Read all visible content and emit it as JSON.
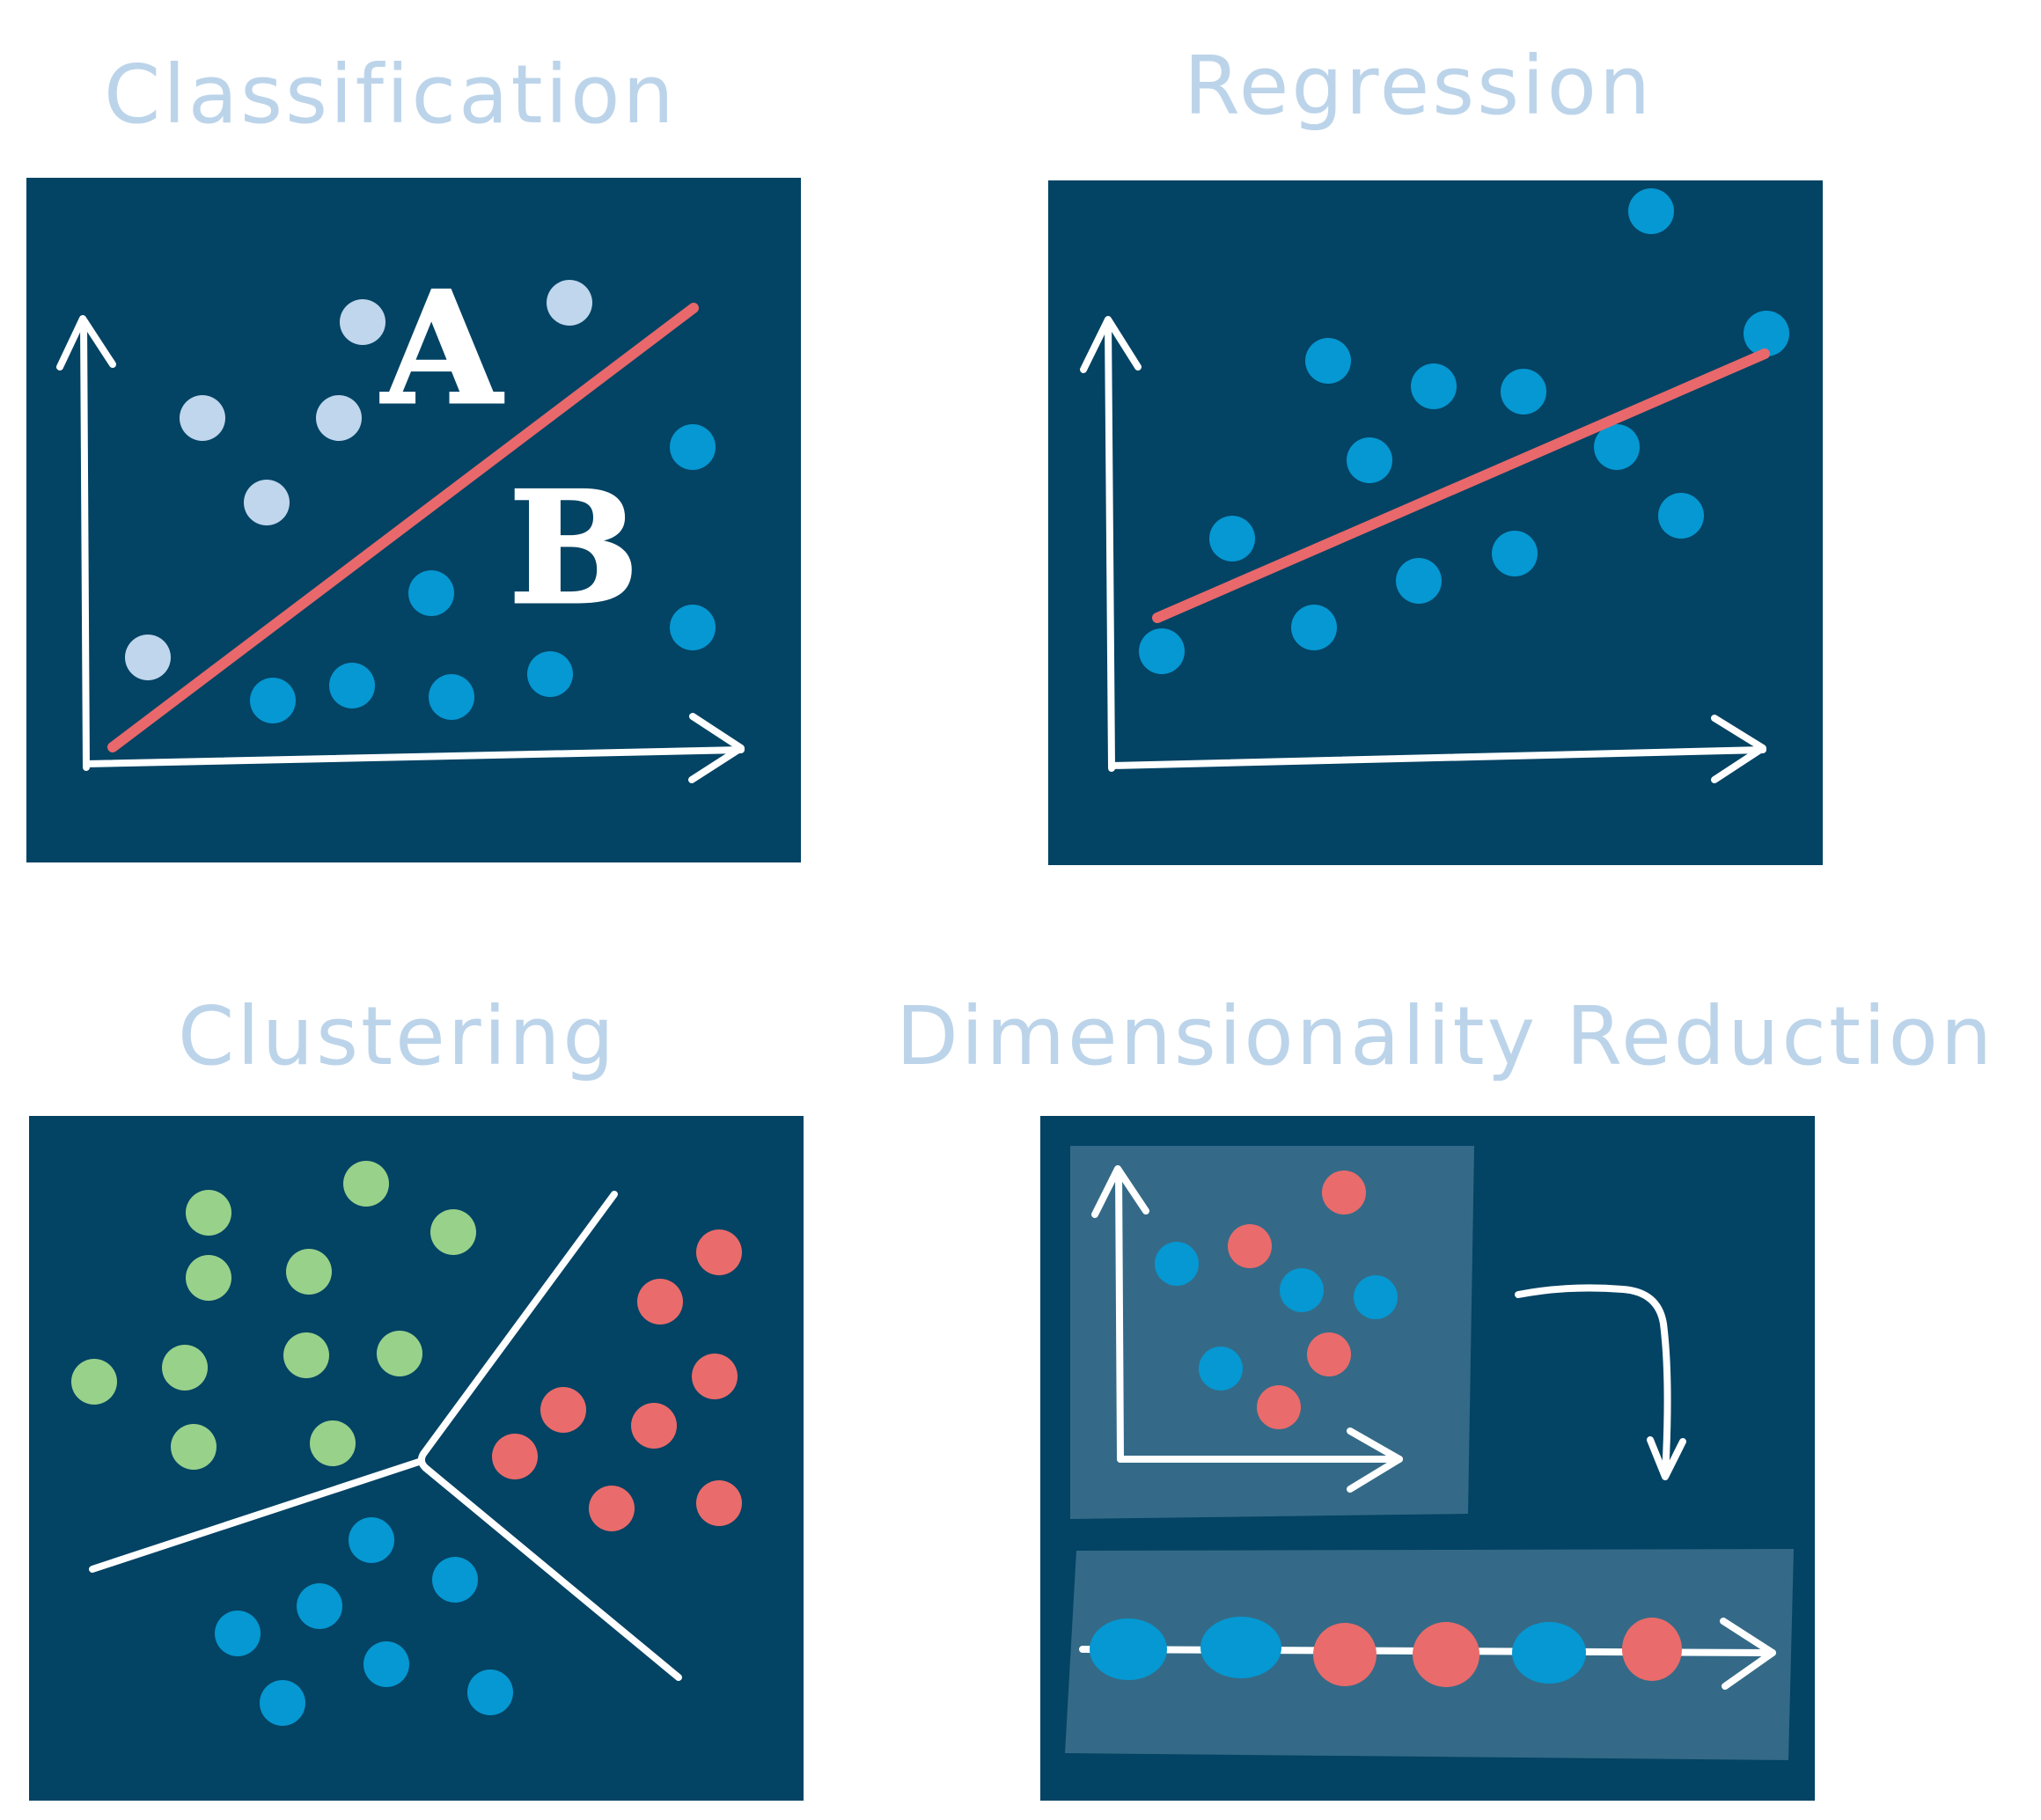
{
  "colors": {
    "panel_bg": "#034364",
    "title": "#bcd4ea",
    "dot_light": "#bfd6ec",
    "dot_blue": "#0598d2",
    "dot_green": "#98d18a",
    "dot_red": "#ea6b6b",
    "line_red": "#e9686b",
    "ink": "#ffffff",
    "inset": "#346a87"
  },
  "classification": {
    "title": "Classification",
    "label_a": "A",
    "label_b": "B"
  },
  "regression": {
    "title": "Regression"
  },
  "clustering": {
    "title": "Clustering"
  },
  "dimensionality_reduction": {
    "title": "Dimensionality Reduction"
  }
}
